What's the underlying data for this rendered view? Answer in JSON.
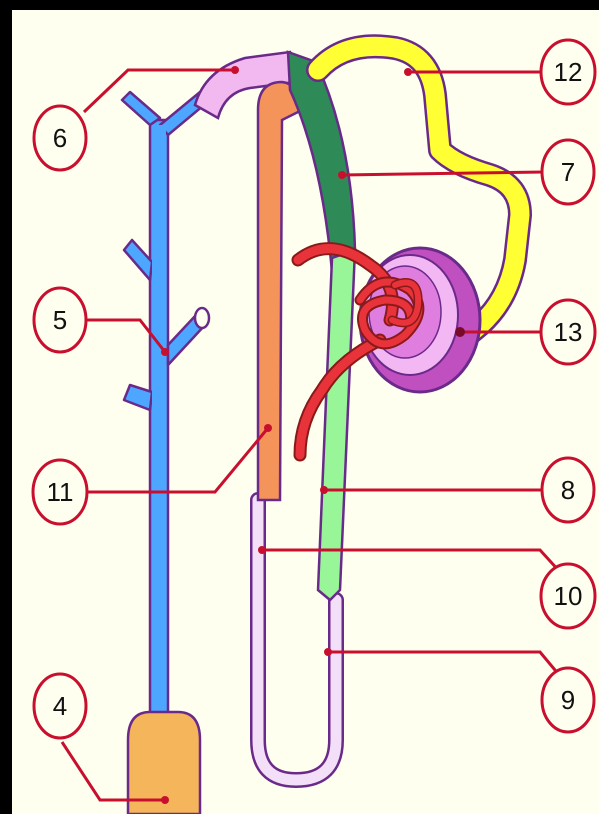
{
  "colors": {
    "frame": "#000000",
    "background": "#fffff0",
    "label_line": "#c8102e",
    "collecting_duct": "#4da6ff",
    "duct_end": "#f5b55a",
    "connecting_tubule": "#f2b8f0",
    "ascending_thick": "#2e8b57",
    "ascending_thin_green": "#98f598",
    "descending_thick": "#f4945a",
    "thin_limb": "#f3e0f8",
    "distal_convoluted": "#ffff33",
    "glomerulus": "#e8333a",
    "capsule": "#c04fc0",
    "outline": "#6a2a8a"
  },
  "labels": [
    {
      "id": "6",
      "text": "6"
    },
    {
      "id": "12",
      "text": "12"
    },
    {
      "id": "7",
      "text": "7"
    },
    {
      "id": "5",
      "text": "5"
    },
    {
      "id": "13",
      "text": "13"
    },
    {
      "id": "11",
      "text": "11"
    },
    {
      "id": "8",
      "text": "8"
    },
    {
      "id": "10",
      "text": "10"
    },
    {
      "id": "9",
      "text": "9"
    },
    {
      "id": "4",
      "text": "4"
    }
  ]
}
